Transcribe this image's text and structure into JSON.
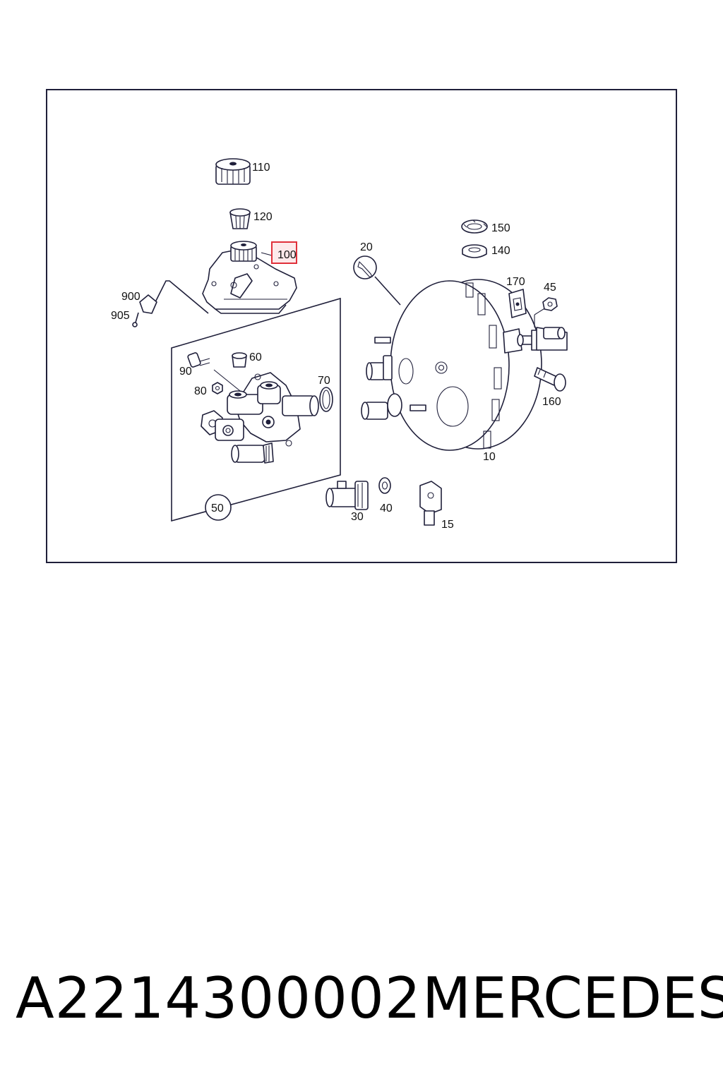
{
  "diagram": {
    "labels": {
      "l110": "110",
      "l120": "120",
      "l100": "100",
      "l150": "150",
      "l140": "140",
      "l20": "20",
      "l170": "170",
      "l45": "45",
      "l900": "900",
      "l905": "905",
      "l60": "60",
      "l90": "90",
      "l80": "80",
      "l70": "70",
      "l160": "160",
      "l10": "10",
      "l50": "50",
      "l30": "30",
      "l40": "40",
      "l15": "15"
    },
    "highlight_color": "#e0303a"
  },
  "footer": {
    "part_number": "A2214300002",
    "brand": "MERCEDES"
  }
}
